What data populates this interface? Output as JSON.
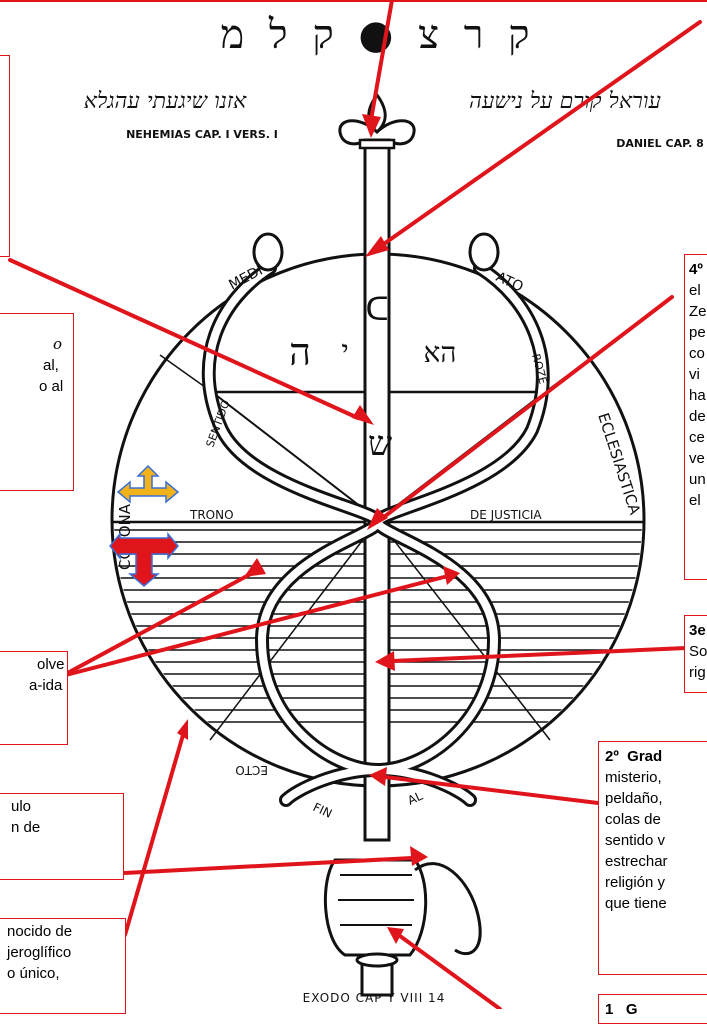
{
  "top_hebrew": "ק ר צ ● ק ל מ",
  "left_hebrew": "אזנו שיגעתי עהגלא",
  "right_hebrew": "עוראל קורם על נישעה",
  "left_reference": "NEHEMIAS CAP. I VERS. I",
  "right_reference": "DANIEL CAP. 8",
  "snake_labels": {
    "medi": "MEDI",
    "ato": "ATO",
    "sentido": "SENTIDO",
    "rozg": "ROZE",
    "eclesiastica": "ECLESIASTICA",
    "corona": "CORONA",
    "trono": "TRONO",
    "de_justicia": "DE JUSTICIA",
    "ecto": "ECTO",
    "fin": "FIN",
    "al": "AL",
    "exodo": "EXODO CAP Y VIII 14"
  },
  "boxes": {
    "top_left": {
      "lines": []
    },
    "mid_left": {
      "lines": [
        "o",
        "al,",
        "o al"
      ]
    },
    "solve": {
      "lines": [
        "olve",
        "a-ida"
      ]
    },
    "ulo": {
      "lines": [
        "ulo",
        "n de"
      ]
    },
    "nocido": {
      "lines": [
        "nocido de",
        "jeroglífico",
        "o único,"
      ]
    },
    "grado4": {
      "title": "4º",
      "lines": [
        "el",
        "Ze",
        "pe",
        "co",
        "vi",
        "ha",
        "de",
        "ce",
        "ve",
        "un",
        "el"
      ]
    },
    "grado3": {
      "title": "3e",
      "lines": [
        "So",
        "rig"
      ]
    },
    "grado2": {
      "title": "2º  Grad",
      "lines": [
        "misterio,",
        "peldaño,",
        "colas de",
        "sentido v",
        "estrechar",
        "religión y",
        "que tiene"
      ]
    },
    "grado1": {
      "title": "1   G"
    }
  },
  "colors": {
    "arrow": "#e0141b",
    "border": "#e0141b",
    "ink": "#111111",
    "cross_gold": "#f2b21a",
    "cross_red": "#e0141b",
    "cross_blue": "#3b6fd6"
  }
}
